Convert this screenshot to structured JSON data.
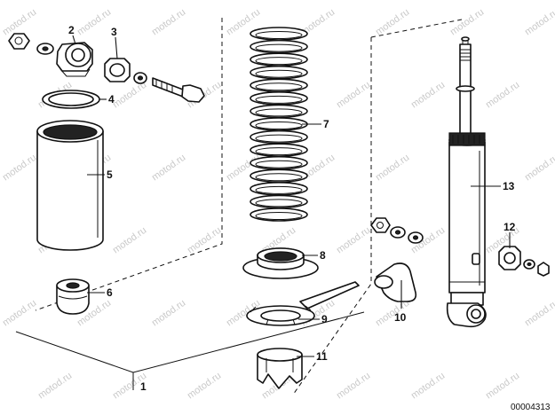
{
  "diagram": {
    "reference_number": "00004313",
    "watermark_text": "motod.ru",
    "callouts": [
      "1",
      "2",
      "3",
      "4",
      "5",
      "6",
      "7",
      "8",
      "9",
      "10",
      "11",
      "12",
      "13"
    ],
    "colors": {
      "line": "#111111",
      "background": "#ffffff",
      "watermark": "#c9c9c9"
    }
  }
}
